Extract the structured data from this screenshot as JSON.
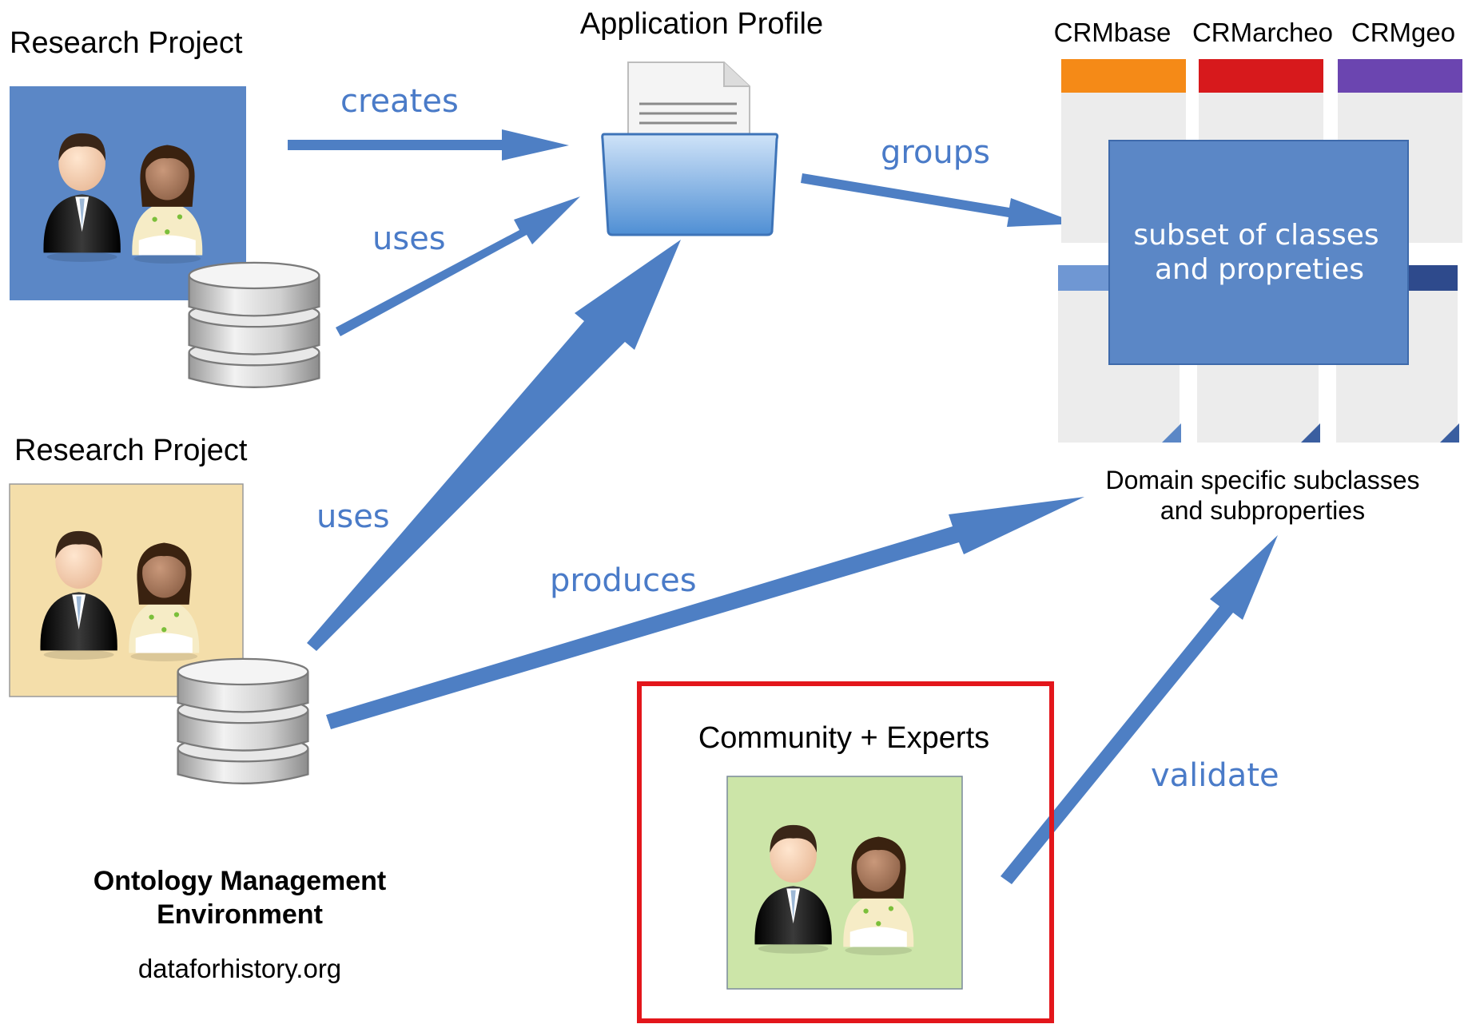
{
  "nodes": {
    "research_project_1": {
      "label": "Research Project",
      "color": "#5b87c6"
    },
    "research_project_2": {
      "label": "Research Project",
      "color": "#f4deaa"
    },
    "application_profile": {
      "label": "Application Profile"
    },
    "crm_modules": [
      {
        "label": "CRMbase",
        "color": "#f58a17"
      },
      {
        "label": "CRMarcheo",
        "color": "#d7191c"
      },
      {
        "label": "CRMgeo",
        "color": "#6b45b0"
      }
    ],
    "subset": {
      "line1": "subset of classes",
      "line2": "and propreties",
      "color": "#5b87c6"
    },
    "domain_specific": {
      "line1": "Domain specific subclasses",
      "line2": "and subproperties"
    },
    "community": {
      "label": "Community + Experts",
      "color": "#cce5a8",
      "highlight_color": "#e3161b"
    }
  },
  "edges": {
    "creates": "creates",
    "uses_top": "uses",
    "uses_bottom": "uses",
    "groups": "groups",
    "produces": "produces",
    "validate": "validate",
    "color": "#4e7fc4"
  },
  "footer": {
    "title_line1": "Ontology Management",
    "title_line2": "Environment",
    "url": "dataforhistory.org"
  },
  "icons": [
    "people-icon",
    "database-icon",
    "folder-document-icon"
  ]
}
